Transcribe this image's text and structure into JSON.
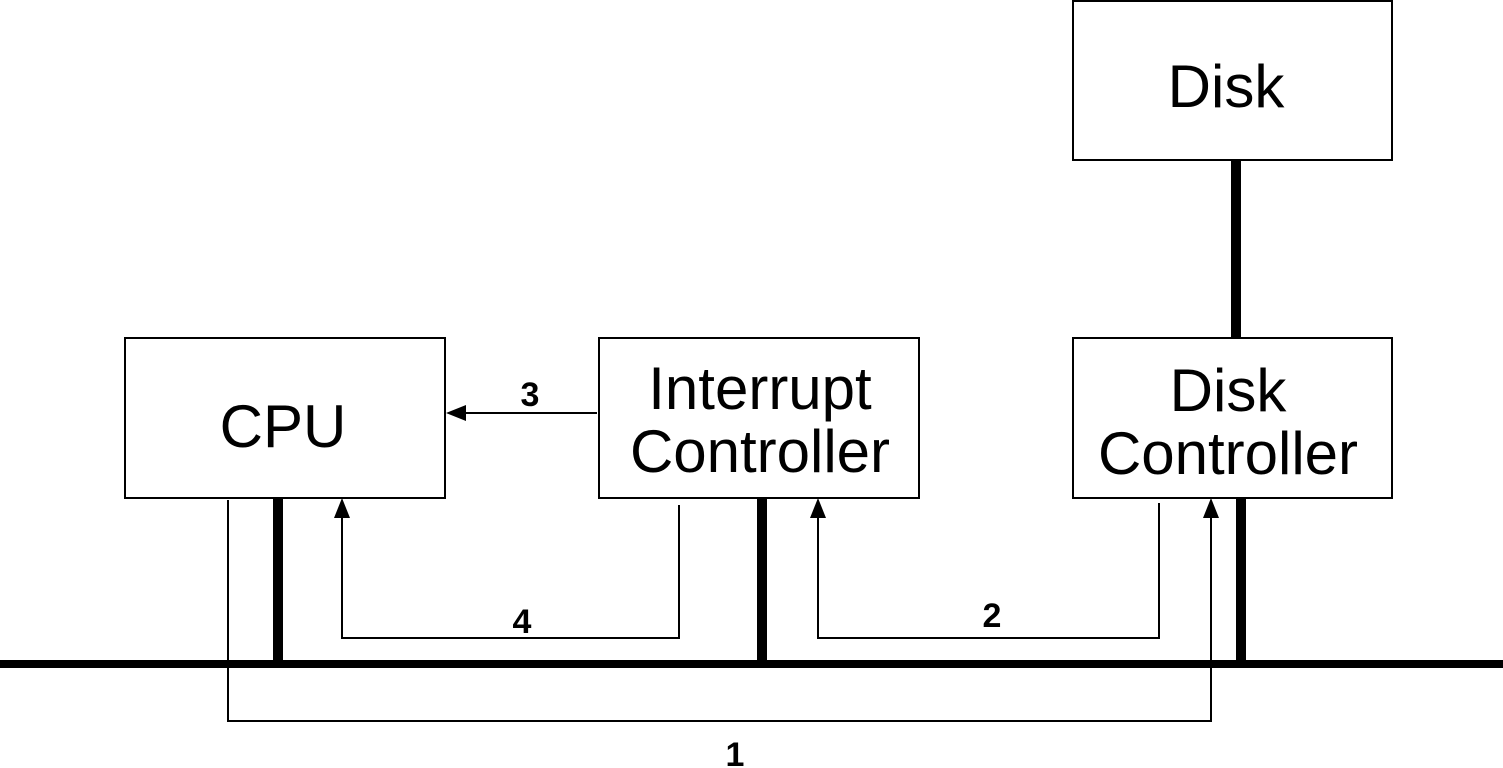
{
  "components": {
    "disk": {
      "line1": "Disk"
    },
    "cpu": {
      "line1": "CPU"
    },
    "interrupt_controller": {
      "line1": "Interrupt",
      "line2": "Controller"
    },
    "disk_controller": {
      "line1": "Disk",
      "line2": "Controller"
    }
  },
  "steps": {
    "step1": "1",
    "step2": "2",
    "step3": "3",
    "step4": "4"
  }
}
